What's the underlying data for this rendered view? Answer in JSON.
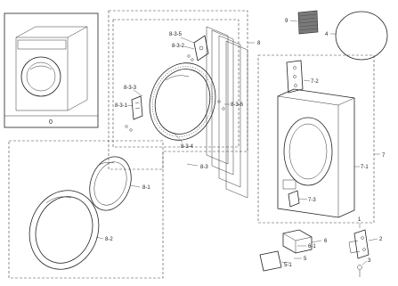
{
  "callouts": {
    "c0": "0",
    "c1": "1",
    "c2": "2",
    "c3": "3",
    "c4": "4",
    "c5": "5",
    "c5_1": "5-1",
    "c6": "6",
    "c6_1": "6-1",
    "c7": "7",
    "c7_1": "7-1",
    "c7_2": "7-2",
    "c7_3": "7-3",
    "c8": "8",
    "c8_1": "8-1",
    "c8_2": "8-2",
    "c8_3": "8-3",
    "c8_3_1": "8-3-1",
    "c8_3_2": "8-3-2",
    "c8_3_3": "8-3-3",
    "c8_3_4": "8-3-4",
    "c8_3_5": "8-3-5",
    "c8_3_6": "8-3-6",
    "c9": "9"
  }
}
